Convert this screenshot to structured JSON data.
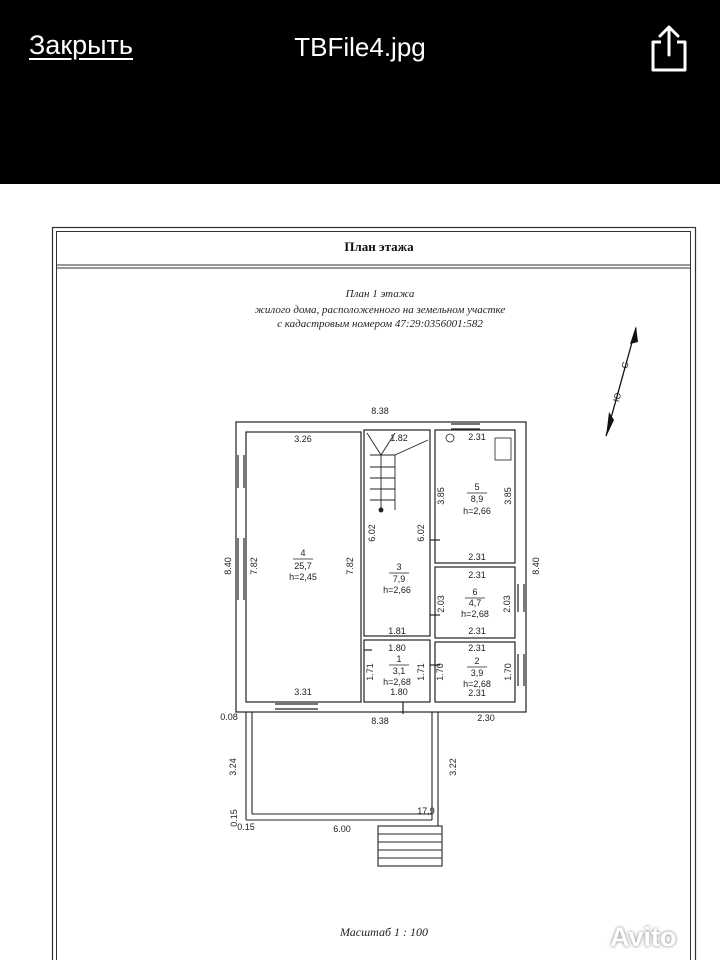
{
  "viewer": {
    "close_label": "Закрыть",
    "file_name": "TBFile4.jpg",
    "share_icon": "share-icon"
  },
  "document": {
    "header": "План этажа",
    "caption_line1": "План 1 этажа",
    "caption_line2": "жилого дома, расположенного на земельном участке",
    "caption_line3": "с кадастровым номером 47:29:0356001:582",
    "scale": "Масштаб   1 : 100",
    "compass_north": "С",
    "compass_south": "Ю"
  },
  "rooms": [
    {
      "num": "4",
      "area": "25,7",
      "height": "h=2,45"
    },
    {
      "num": "3",
      "area": "7,9",
      "height": "h=2,66"
    },
    {
      "num": "5",
      "area": "8,9",
      "height": "h=2,66"
    },
    {
      "num": "6",
      "area": "4,7",
      "height": "h=2,68"
    },
    {
      "num": "1",
      "area": "3,1",
      "height": "h=2,68"
    },
    {
      "num": "2",
      "area": "3,9",
      "height": "h=2,68"
    }
  ],
  "dimensions": {
    "top_total": "8.38",
    "room4_top": "3.26",
    "stair_top": "1.82",
    "room5_top": "2.31",
    "room5_left": "3.85",
    "room5_right": "3.85",
    "room5_bottom": "2.31",
    "left_total": "8.40",
    "right_total": "8.40",
    "room4_left": "7.82",
    "room4_right": "7.82",
    "room3_left": "6.02",
    "room3_right": "6.02",
    "room6_top": "2.31",
    "room6_left": "2.03",
    "room6_right": "2.03",
    "room6_bottom": "2.31",
    "room3_bottom": "1.81",
    "room1_top": "1.80",
    "room1_left": "1.71",
    "room1_right": "1.71",
    "room1_bottom": "1.80",
    "room2_top": "2.31",
    "room2_left": "1.70",
    "room2_right": "1.70",
    "room2_bottom": "2.31",
    "room4_bottom": "3.31",
    "wall_offset": "0.08",
    "bottom_total": "8.38",
    "right_offset": "2.30",
    "terrace_left": "3.24",
    "terrace_right": "3.22",
    "terrace_area": "17,9",
    "terrace_small_v": "0.15",
    "terrace_small_h": "0.15",
    "terrace_bottom": "6.00"
  },
  "watermark": "Avito"
}
